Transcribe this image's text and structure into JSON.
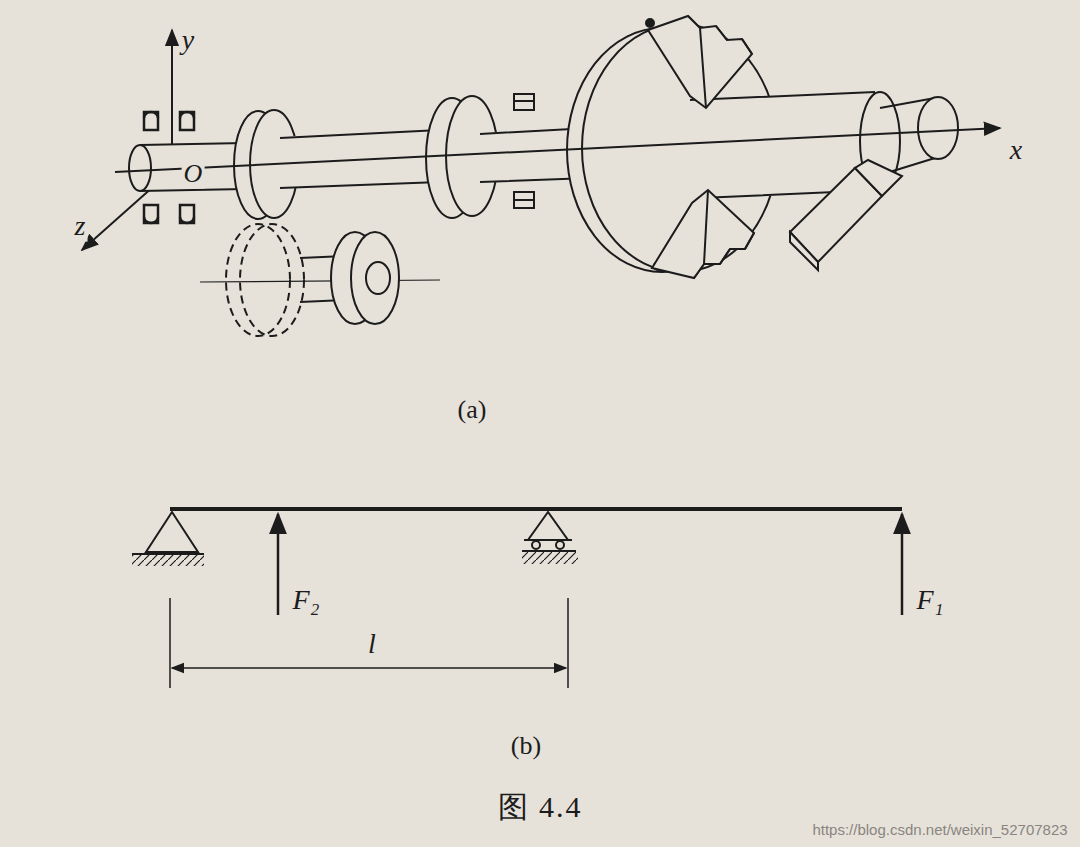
{
  "diagram": {
    "caption": "图 4.4",
    "labels": [
      "y",
      "O",
      "z",
      "x",
      "(a)",
      "F₂",
      "l",
      "F₁",
      "(b)",
      "https://blog.csdn.net/weixin_52707823"
    ]
  }
}
